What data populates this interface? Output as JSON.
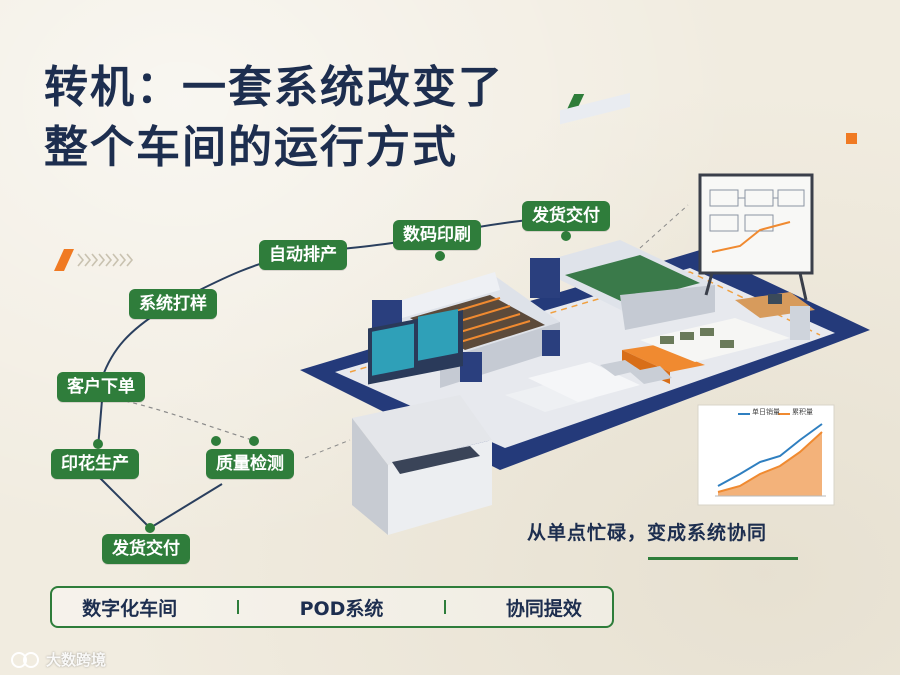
{
  "title": {
    "line1": "转机：一套系统改变了",
    "line2": "整个车间的运行方式"
  },
  "flow_steps": {
    "order": "客户下单",
    "system_typeset": "系统打样",
    "auto_schedule": "自动排产",
    "digital_print": "数码印刷",
    "ship_top": "发货交付",
    "print_produce": "印花生产",
    "quality_check": "质量检测",
    "ship_bottom": "发货交付"
  },
  "slogan": "从单点忙碌，变成系统协同",
  "bottom_bar": {
    "items": [
      "数字化车间",
      "POD系统",
      "协同提效"
    ]
  },
  "chart_card": {
    "legend": [
      "单日销量",
      "累积量"
    ]
  },
  "watermark": "大数跨境",
  "colors": {
    "green": "#2e7d3a",
    "navy": "#1d2e4f",
    "orange": "#f07a23",
    "floor": "#243a7a"
  }
}
